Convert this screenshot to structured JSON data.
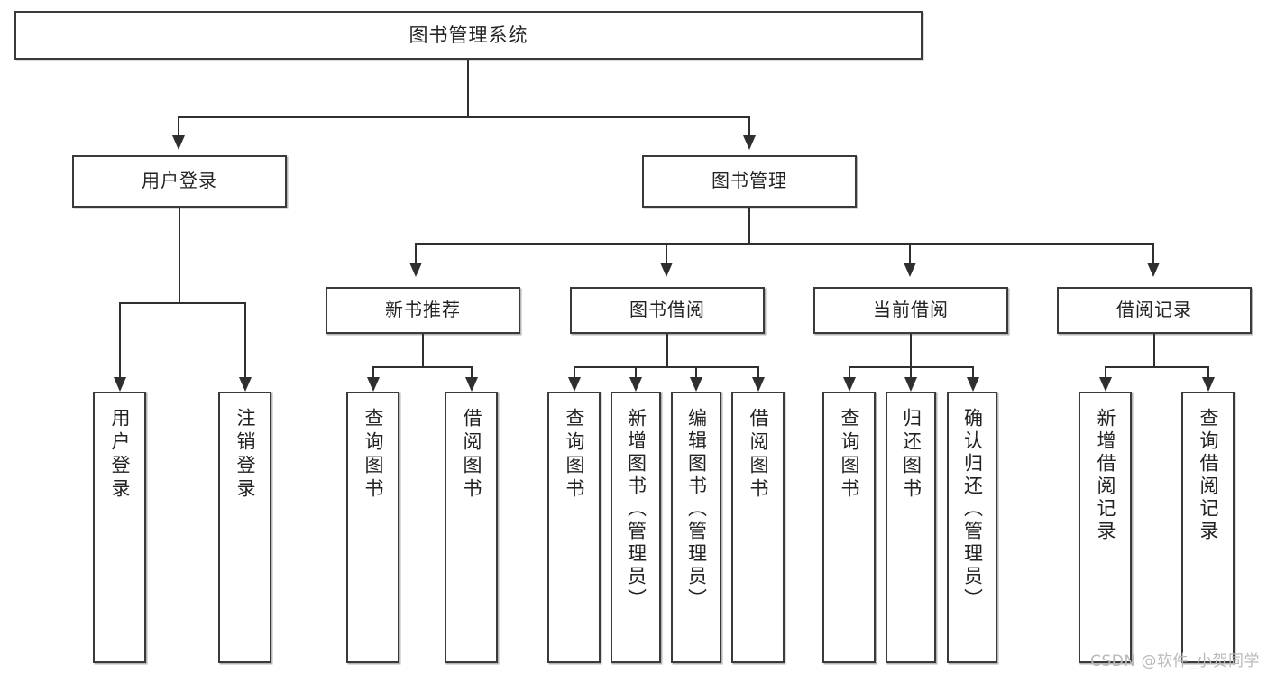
{
  "diagram": {
    "type": "tree",
    "title": "图书管理系统",
    "orientation": "top-down",
    "watermark": "CSDN @软件_小贺同学",
    "colors": {
      "box_border": "#3a3a3a",
      "box_fill": "#ffffff",
      "connector": "#2f2f2f",
      "text": "#222222",
      "watermark": "#b9b9b9"
    }
  },
  "nodes": {
    "root": {
      "label": "图书管理系统"
    },
    "level2": [
      {
        "id": "user-login",
        "label": "用户登录"
      },
      {
        "id": "book-manage",
        "label": "图书管理"
      }
    ],
    "level3": [
      {
        "id": "new-book-recommend",
        "label": "新书推荐"
      },
      {
        "id": "book-borrow",
        "label": "图书借阅"
      },
      {
        "id": "current-borrow",
        "label": "当前借阅"
      },
      {
        "id": "borrow-record",
        "label": "借阅记录"
      }
    ],
    "leaves": {
      "user_login": [
        {
          "id": "leaf-user-login",
          "label": "用户登录"
        },
        {
          "id": "leaf-logout-login",
          "label": "注销登录"
        }
      ],
      "new_book_recommend": [
        {
          "id": "leaf-query-book-1",
          "label": "查询图书"
        },
        {
          "id": "leaf-borrow-book-1",
          "label": "借阅图书"
        }
      ],
      "book_borrow": [
        {
          "id": "leaf-query-book-2",
          "label": "查询图书"
        },
        {
          "id": "leaf-add-book",
          "label": "新增图书（管理员）"
        },
        {
          "id": "leaf-edit-book",
          "label": "编辑图书（管理员）"
        },
        {
          "id": "leaf-borrow-book-2",
          "label": "借阅图书"
        }
      ],
      "current_borrow": [
        {
          "id": "leaf-query-book-3",
          "label": "查询图书"
        },
        {
          "id": "leaf-return-book",
          "label": "归还图书"
        },
        {
          "id": "leaf-confirm-return",
          "label": "确认归还（管理员）"
        }
      ],
      "borrow_record": [
        {
          "id": "leaf-add-record",
          "label": "新增借阅记录"
        },
        {
          "id": "leaf-query-record",
          "label": "查询借阅记录"
        }
      ]
    }
  }
}
